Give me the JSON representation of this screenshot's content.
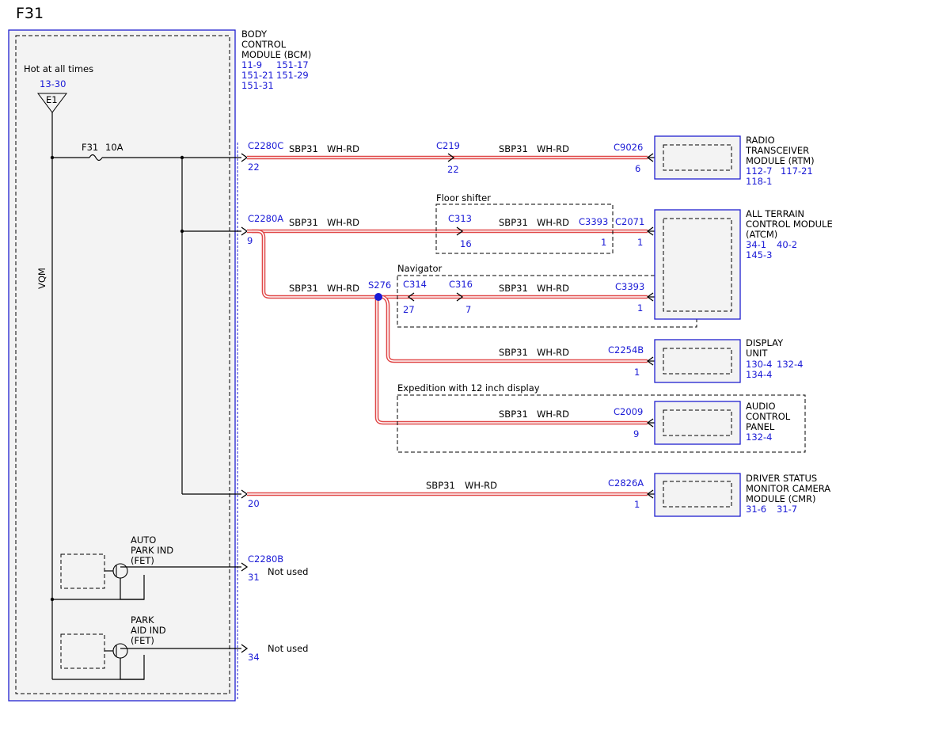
{
  "page_title": "F31",
  "bcm": {
    "name_lines": [
      "BODY",
      "CONTROL",
      "MODULE (BCM)"
    ],
    "refs": [
      "11-9",
      "151-17",
      "151-21",
      "151-29",
      "151-31"
    ]
  },
  "power": {
    "label": "Hot at all times",
    "ref": "13-30",
    "terminal": "E1",
    "fuse_label": "F31",
    "fuse_rating": "10A",
    "vqm_label": "VQM"
  },
  "wire": {
    "circuit": "SBP31",
    "color": "WH-RD"
  },
  "connectors": {
    "c2280c": {
      "name": "C2280C",
      "pin": "22"
    },
    "c219": {
      "name": "C219",
      "pin": "22"
    },
    "c9026": {
      "name": "C9026",
      "pin": "6"
    },
    "c2280a": {
      "name": "C2280A",
      "pin": "9"
    },
    "c313": {
      "name": "C313",
      "pin": "16"
    },
    "c3393a": {
      "name": "C3393",
      "pin": "1"
    },
    "c2071": {
      "name": "C2071",
      "pin": "1"
    },
    "s276": {
      "name": "S276"
    },
    "c314": {
      "name": "C314",
      "pin": "27"
    },
    "c316": {
      "name": "C316",
      "pin": "7"
    },
    "c3393b": {
      "name": "C3393",
      "pin": "1"
    },
    "c2254b": {
      "name": "C2254B",
      "pin": "1"
    },
    "c2009": {
      "name": "C2009",
      "pin": "9"
    },
    "bcm20": {
      "pin": "20"
    },
    "c2826a": {
      "name": "C2826A",
      "pin": "1"
    },
    "c2280b": {
      "name": "C2280B",
      "pin": "31"
    },
    "bcm34": {
      "pin": "34"
    }
  },
  "options": {
    "floor_shifter": "Floor shifter",
    "navigator": "Navigator",
    "expedition": "Expedition with 12 inch display"
  },
  "modules": {
    "rtm": {
      "lines": [
        "RADIO",
        "TRANSCEIVER",
        "MODULE (RTM)"
      ],
      "refs": [
        "112-7",
        "117-21",
        "118-1"
      ]
    },
    "atcm": {
      "lines": [
        "ALL TERRAIN",
        "CONTROL MODULE",
        "(ATCM)"
      ],
      "refs": [
        "34-1",
        "40-2",
        "145-3"
      ]
    },
    "display": {
      "lines": [
        "DISPLAY",
        "UNIT"
      ],
      "refs": [
        "130-4",
        "132-4",
        "134-4"
      ]
    },
    "acp": {
      "lines": [
        "AUDIO",
        "CONTROL",
        "PANEL"
      ],
      "refs": [
        "132-4"
      ]
    },
    "cmr": {
      "lines": [
        "DRIVER STATUS",
        "MONITOR CAMERA",
        "MODULE (CMR)"
      ],
      "refs": [
        "31-6",
        "31-7"
      ]
    }
  },
  "outputs": {
    "auto_park": {
      "lines": [
        "AUTO",
        "PARK IND",
        "(FET)"
      ],
      "status": "Not used"
    },
    "park_aid": {
      "lines": [
        "PARK",
        "AID IND",
        "(FET)"
      ],
      "status": "Not used"
    }
  },
  "colors": {
    "wire_stripe": "#e04848",
    "reference_blue": "#1a1ad6",
    "module_border": "#2020d0"
  }
}
